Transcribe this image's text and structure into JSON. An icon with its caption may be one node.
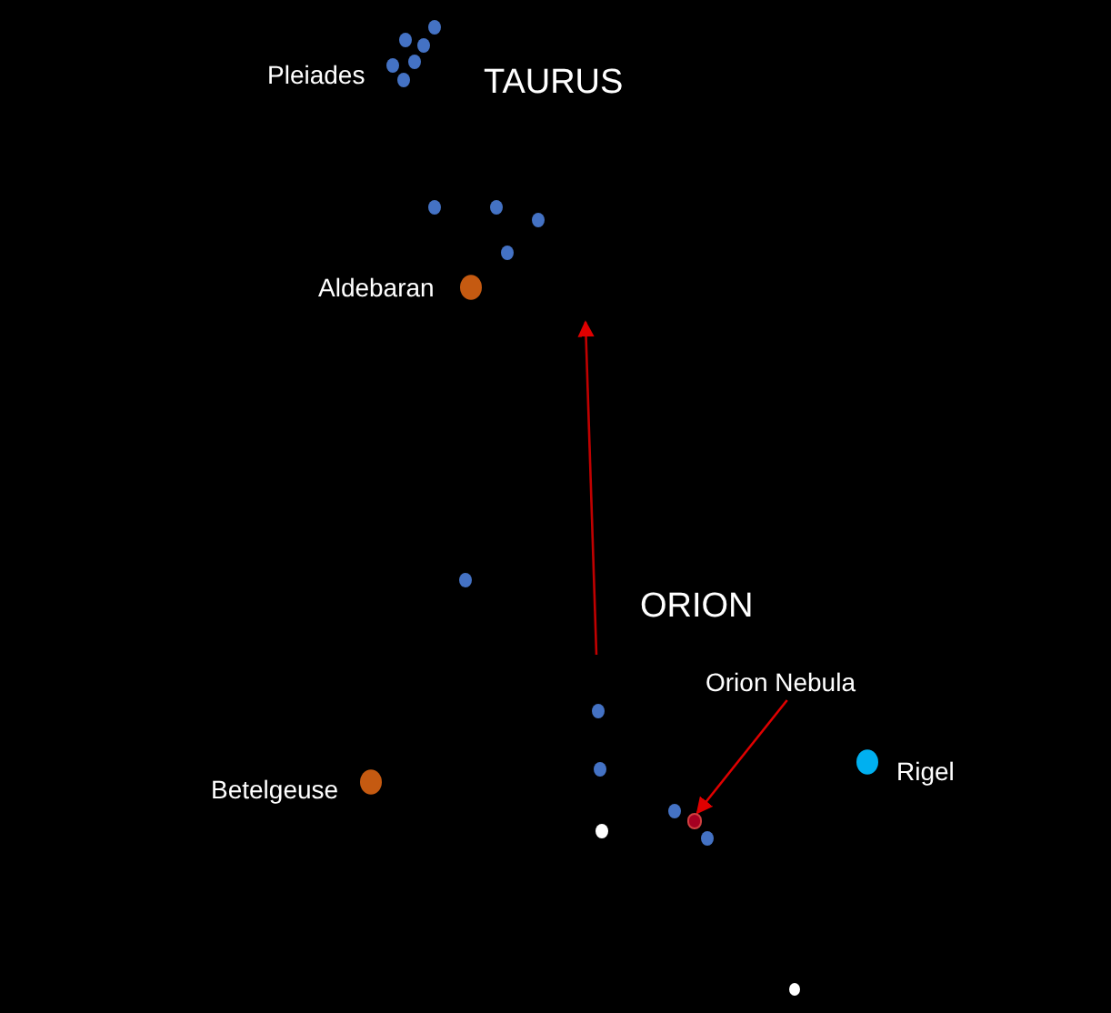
{
  "diagram": {
    "nodes": [
      {
        "text": [
          "Orion Nebula"
        ]
      },
      {
        "text": [],
        "shape": "circle"
      }
    ],
    "edges": [
      {
        "from": 0,
        "to": 1,
        "arrow": "to"
      }
    ],
    "labels": [
      "Pleiades",
      "TAURUS",
      "Aldebaran",
      "ORION",
      "Betelgeuse",
      "Rigel"
    ]
  }
}
